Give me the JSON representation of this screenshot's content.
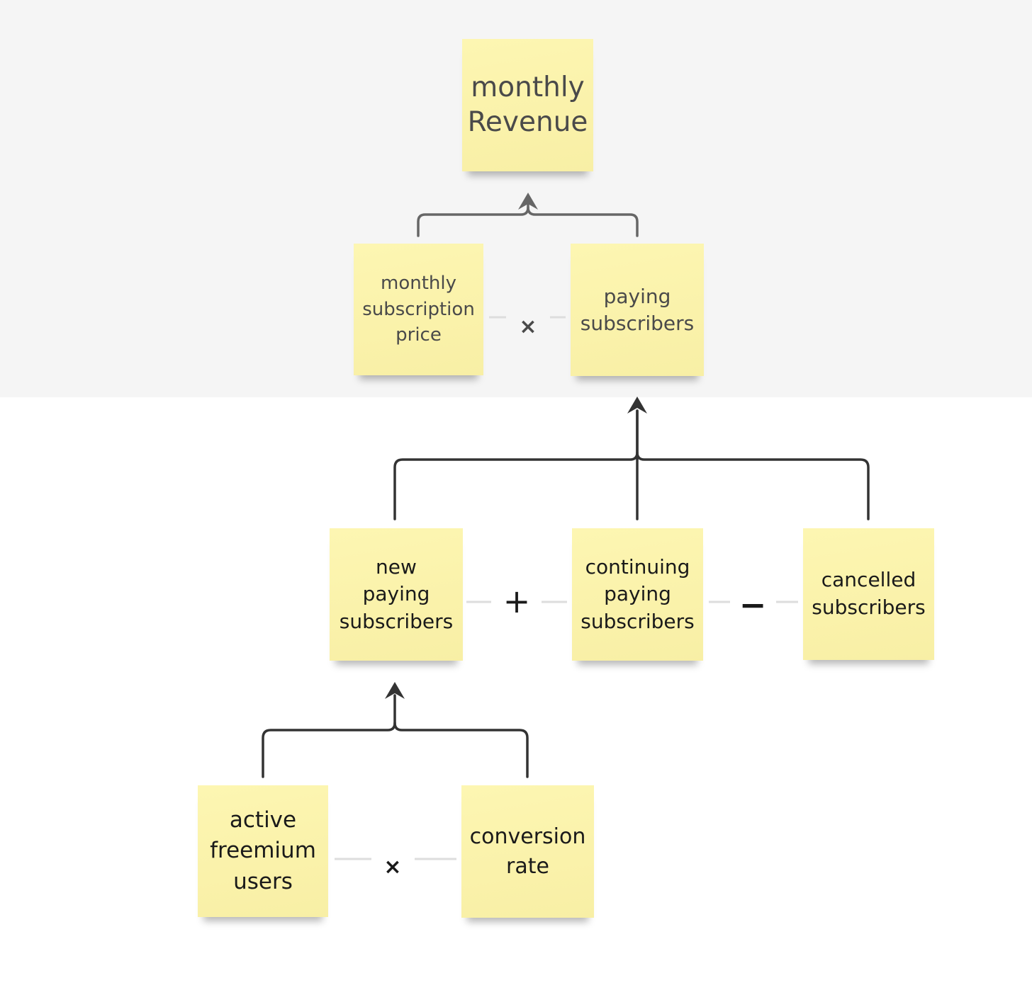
{
  "diagram": {
    "colors": {
      "note_background": "#fdf6b2",
      "top_band": "#f5f5f5",
      "connector_top": "#666666",
      "connector_bottom": "#333333",
      "dash": "#dddddd"
    },
    "notes": {
      "monthly_revenue": "monthly\nRevenue",
      "monthly_subscription_price": "monthly\nsubscription\nprice",
      "paying_subscribers": "paying\nsubscribers",
      "new_paying_subscribers": "new\npaying\nsubscribers",
      "continuing_paying_subscribers": "continuing\npaying\nsubscribers",
      "cancelled_subscribers": "cancelled\nsubscribers",
      "active_freemium_users": "active\nfreemium\nusers",
      "conversion_rate": "conversion\nrate"
    },
    "operators": {
      "price_times_paying": "×",
      "new_plus_continuing": "+",
      "minus_cancelled": "−",
      "active_times_conversion": "×"
    }
  }
}
